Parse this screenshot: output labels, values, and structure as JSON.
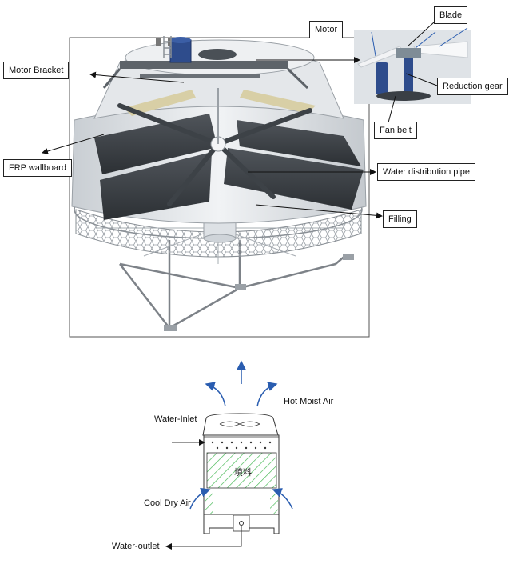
{
  "labels": {
    "motor": "Motor",
    "blade": "Blade",
    "motor_bracket": "Motor Bracket",
    "reduction_gear": "Reduction gear",
    "fan_belt": "Fan belt",
    "frp_wallboard": "FRP wallboard",
    "water_distribution_pipe": "Water distribution pipe",
    "filling": "Filling"
  },
  "flow": {
    "hot_moist_air": "Hot Moist Air",
    "water_inlet": "Water-Inlet",
    "fill_text": "填料",
    "cool_dry_air": "Cool Dry Air",
    "water_outlet": "Water-outlet"
  },
  "colors": {
    "tower_body": "#e6e9ec",
    "fill_panel": "#3b3f44",
    "motor_blue": "#2e4c8c",
    "arrow_blue": "#2a5db0",
    "fill_hatch": "#3cb44b",
    "frame": "#7d8288"
  }
}
